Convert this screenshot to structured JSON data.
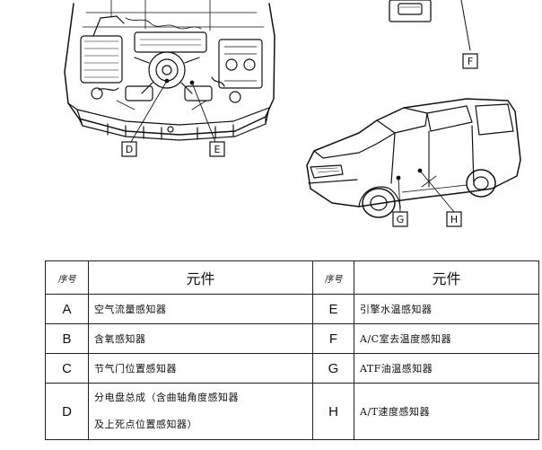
{
  "callouts": {
    "D": "D",
    "E": "E",
    "F": "F",
    "G": "G",
    "H": "H"
  },
  "table": {
    "headers": [
      "序号",
      "元件",
      "序号",
      "元件"
    ],
    "rows": [
      {
        "left_id": "A",
        "left_name": "空气流量感知器",
        "right_id": "E",
        "right_name": "引擎水温感知器"
      },
      {
        "left_id": "B",
        "left_name": "含氧感知器",
        "right_id": "F",
        "right_name": "A/C室去温度感知器"
      },
      {
        "left_id": "C",
        "left_name": "节气门位置感知器",
        "right_id": "G",
        "right_name": "ATF油温感知器"
      },
      {
        "left_id": "D",
        "left_name_line1": "分电盘总成（含曲轴角度感知器",
        "left_name_line2": "及上死点位置感知器）",
        "right_id": "H",
        "right_name": "A/T速度感知器"
      }
    ]
  }
}
